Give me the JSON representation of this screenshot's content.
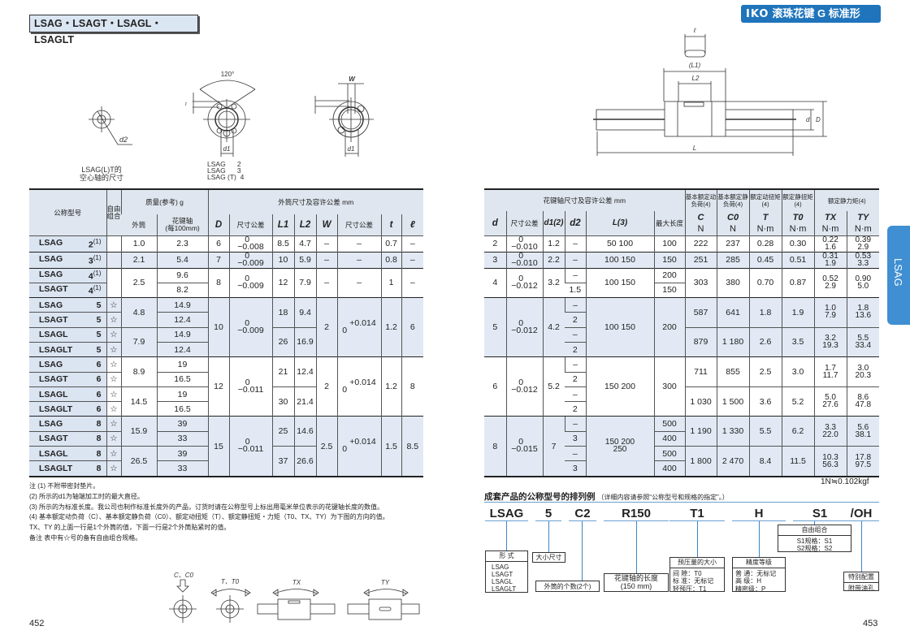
{
  "header": {
    "series_title": "LSAG・LSAGT・LSAGL・LSAGLT",
    "logo": "IKO",
    "logo_title": "滚珠花键 G 标准形",
    "side_tab": "LSAG"
  },
  "diagrams": {
    "hollow_caption_1": "LSAG(L)T的",
    "hollow_caption_2": "空心轴的尺寸",
    "d2": "d2",
    "angle": "120°",
    "d1": "d1",
    "W": "W",
    "t": "t",
    "models_1": "LSAG      2",
    "models_2": "LSAG      3",
    "models_3": "LSAG (T)  4",
    "l": "ℓ",
    "L1": "(L1)",
    "L2": "L2",
    "L": "L",
    "d": "d",
    "D": "D",
    "dir_c": "C、C0",
    "dir_t": "T、T0",
    "dir_tx": "TX",
    "dir_ty": "TY"
  },
  "left_table": {
    "h_model": "公称型号",
    "h_free": "自由组合",
    "h_mass": "质量(参考)  g",
    "h_outer": "外筒尺寸及容许公差   mm",
    "h_mass_outer": "外筒",
    "h_mass_shaft": "花键轴",
    "h_mass_shaft_unit": "(每100mm)",
    "h_D": "D",
    "h_tol": "尺寸公差",
    "h_L1": "L1",
    "h_L2": "L2",
    "h_W": "W",
    "h_tol2": "尺寸公差",
    "h_t": "t",
    "h_l": "ℓ",
    "rows": [
      {
        "g": 1,
        "s": 0,
        "model": "LSAG",
        "size": "2",
        "note": "(1)",
        "cells": [
          "",
          "1.0",
          "2.3",
          "6",
          {
            "tol": [
              "0",
              "−0.008"
            ]
          },
          "8.5",
          "4.7",
          "–",
          "–",
          "0.7",
          "–"
        ]
      },
      {
        "g": 1,
        "s": 1,
        "model": "LSAG",
        "size": "3",
        "note": "(1)",
        "cells": [
          "",
          "2.1",
          "5.4",
          "7",
          {
            "tol": [
              "0",
              "−0.009"
            ]
          },
          "10",
          "5.9",
          "–",
          "–",
          "0.8",
          "–"
        ]
      },
      {
        "g": 1,
        "s": 0,
        "model": "LSAG",
        "size": "4",
        "note": "(1)",
        "cells": [
          {
            "v": "",
            "rs": 2
          },
          {
            "v": "2.5",
            "rs": 2
          },
          "9.6",
          {
            "v": "8",
            "rs": 2
          },
          {
            "tol": [
              "0",
              "−0.009"
            ],
            "rs": 2
          },
          {
            "v": "12",
            "rs": 2
          },
          {
            "v": "7.9",
            "rs": 2
          },
          {
            "v": "–",
            "rs": 2
          },
          {
            "v": "–",
            "rs": 2
          },
          {
            "v": "1",
            "rs": 2
          },
          {
            "v": "–",
            "rs": 2
          }
        ]
      },
      {
        "g": 0,
        "s": 0,
        "model": "LSAGT",
        "size": "4",
        "note": "(1)",
        "cells": [
          "8.2"
        ]
      },
      {
        "g": 1,
        "s": 1,
        "model": "LSAG",
        "size": "5",
        "note": "",
        "cells": [
          "☆",
          {
            "v": "4.8",
            "rs": 2
          },
          "14.9",
          {
            "v": "10",
            "rs": 4
          },
          {
            "tol": [
              "0",
              "−0.009"
            ],
            "rs": 4
          },
          {
            "v": "18",
            "rs": 2
          },
          {
            "v": "9.4",
            "rs": 2
          },
          {
            "v": "2",
            "rs": 4
          },
          {
            "tol": [
              "+0.014",
              "0"
            ],
            "rs": 4
          },
          {
            "v": "1.2",
            "rs": 4
          },
          {
            "v": "6",
            "rs": 4
          }
        ]
      },
      {
        "g": 0,
        "s": 1,
        "model": "LSAGT",
        "size": "5",
        "note": "",
        "cells": [
          "☆",
          "12.4"
        ]
      },
      {
        "g": 0,
        "s": 1,
        "model": "LSAGL",
        "size": "5",
        "note": "",
        "cells": [
          "☆",
          {
            "v": "7.9",
            "rs": 2
          },
          "14.9",
          {
            "v": "26",
            "rs": 2
          },
          {
            "v": "16.9",
            "rs": 2
          }
        ]
      },
      {
        "g": 0,
        "s": 1,
        "model": "LSAGLT",
        "size": "5",
        "note": "",
        "cells": [
          "☆",
          "12.4"
        ]
      },
      {
        "g": 1,
        "s": 0,
        "model": "LSAG",
        "size": "6",
        "note": "",
        "cells": [
          "☆",
          {
            "v": "8.9",
            "rs": 2
          },
          "19",
          {
            "v": "12",
            "rs": 4
          },
          {
            "tol": [
              "0",
              "−0.011"
            ],
            "rs": 4
          },
          {
            "v": "21",
            "rs": 2
          },
          {
            "v": "12.4",
            "rs": 2
          },
          {
            "v": "2",
            "rs": 4
          },
          {
            "tol": [
              "+0.014",
              "0"
            ],
            "rs": 4
          },
          {
            "v": "1.2",
            "rs": 4
          },
          {
            "v": "8",
            "rs": 4
          }
        ]
      },
      {
        "g": 0,
        "s": 0,
        "model": "LSAGT",
        "size": "6",
        "note": "",
        "cells": [
          "☆",
          "16.5"
        ]
      },
      {
        "g": 0,
        "s": 0,
        "model": "LSAGL",
        "size": "6",
        "note": "",
        "cells": [
          "☆",
          {
            "v": "14.5",
            "rs": 2
          },
          "19",
          {
            "v": "30",
            "rs": 2
          },
          {
            "v": "21.4",
            "rs": 2
          }
        ]
      },
      {
        "g": 0,
        "s": 0,
        "model": "LSAGLT",
        "size": "6",
        "note": "",
        "cells": [
          "☆",
          "16.5"
        ]
      },
      {
        "g": 1,
        "s": 1,
        "model": "LSAG",
        "size": "8",
        "note": "",
        "cells": [
          "☆",
          {
            "v": "15.9",
            "rs": 2
          },
          "39",
          {
            "v": "15",
            "rs": 4
          },
          {
            "tol": [
              "0",
              "−0.011"
            ],
            "rs": 4
          },
          {
            "v": "25",
            "rs": 2
          },
          {
            "v": "14.6",
            "rs": 2
          },
          {
            "v": "2.5",
            "rs": 4
          },
          {
            "tol": [
              "+0.014",
              "0"
            ],
            "rs": 4
          },
          {
            "v": "1.5",
            "rs": 4
          },
          {
            "v": "8.5",
            "rs": 4
          }
        ]
      },
      {
        "g": 0,
        "s": 1,
        "model": "LSAGT",
        "size": "8",
        "note": "",
        "cells": [
          "☆",
          "33"
        ]
      },
      {
        "g": 0,
        "s": 1,
        "model": "LSAGL",
        "size": "8",
        "note": "",
        "cells": [
          "☆",
          {
            "v": "26.5",
            "rs": 2
          },
          "39",
          {
            "v": "37",
            "rs": 2
          },
          {
            "v": "26.6",
            "rs": 2
          }
        ]
      },
      {
        "g": 0,
        "s": 1,
        "model": "LSAGLT",
        "size": "8",
        "note": "",
        "cells": [
          "☆",
          "33"
        ]
      }
    ]
  },
  "right_table": {
    "h_shaft": "花键轴尺寸及容许公差   mm",
    "h_C": "基本额定动负荷(4)",
    "h_C0": "基本额定静负荷(4)",
    "h_T": "额定动扭矩(4)",
    "h_T0": "额定静扭矩(4)",
    "h_M": "额定静力矩(4)",
    "h_d": "d",
    "h_tol": "尺寸公差",
    "h_d1": "d1(2)",
    "h_d2": "d2",
    "h_L": "L(3)",
    "h_max": "最大长度",
    "s_C": "C",
    "s_C0": "C0",
    "s_T": "T",
    "s_T0": "T0",
    "s_Tx": "TX",
    "s_Ty": "TY",
    "u_N": "N",
    "u_Nm": "N·m",
    "rows": [
      {
        "g": 1,
        "s": 0,
        "cells": [
          "2",
          {
            "tol": [
              "0",
              "−0.010"
            ]
          },
          "1.2",
          "–",
          "50  100",
          "100",
          "222",
          "237",
          "0.28",
          "0.30",
          {
            "pair": [
              "0.22",
              "1.6"
            ]
          },
          {
            "pair": [
              "0.39",
              "2.9"
            ]
          }
        ]
      },
      {
        "g": 1,
        "s": 1,
        "cells": [
          "3",
          {
            "tol": [
              "0",
              "−0.010"
            ]
          },
          "2.2",
          "–",
          "100  150",
          "150",
          "251",
          "285",
          "0.45",
          "0.51",
          {
            "pair": [
              "0.31",
              "1.9"
            ]
          },
          {
            "pair": [
              "0.53",
              "3.3"
            ]
          }
        ]
      },
      {
        "g": 1,
        "s": 0,
        "cells": [
          {
            "v": "4",
            "rs": 2
          },
          {
            "tol": [
              "0",
              "−0.012"
            ],
            "rs": 2
          },
          {
            "v": "3.2",
            "rs": 2
          },
          "–",
          {
            "v": "100  150",
            "rs": 2
          },
          "200",
          {
            "v": "303",
            "rs": 2
          },
          {
            "v": "380",
            "rs": 2
          },
          {
            "v": "0.70",
            "rs": 2
          },
          {
            "v": "0.87",
            "rs": 2
          },
          {
            "pair": [
              "0.52",
              "2.9"
            ],
            "rs": 2
          },
          {
            "pair": [
              "0.90",
              "5.0"
            ],
            "rs": 2
          }
        ]
      },
      {
        "g": 0,
        "s": 0,
        "cells": [
          "1.5",
          "150"
        ]
      },
      {
        "g": 1,
        "s": 1,
        "cells": [
          {
            "v": "5",
            "rs": 4
          },
          {
            "tol": [
              "0",
              "−0.012"
            ],
            "rs": 4
          },
          {
            "v": "4.2",
            "rs": 4
          },
          "–",
          {
            "v": "100  150",
            "rs": 4
          },
          {
            "v": "200",
            "rs": 4
          },
          {
            "v": "587",
            "rs": 2
          },
          {
            "v": "641",
            "rs": 2
          },
          {
            "v": "1.8",
            "rs": 2
          },
          {
            "v": "1.9",
            "rs": 2
          },
          {
            "pair": [
              "1.0",
              "7.9"
            ],
            "rs": 2
          },
          {
            "pair": [
              "1.8",
              "13.6"
            ],
            "rs": 2
          }
        ]
      },
      {
        "g": 0,
        "s": 1,
        "cells": [
          "2"
        ]
      },
      {
        "g": 0,
        "s": 1,
        "cells": [
          "–",
          {
            "v": "879",
            "rs": 2
          },
          {
            "v": "1 180",
            "rs": 2
          },
          {
            "v": "2.6",
            "rs": 2
          },
          {
            "v": "3.5",
            "rs": 2
          },
          {
            "pair": [
              "3.2",
              "19.3"
            ],
            "rs": 2
          },
          {
            "pair": [
              "5.5",
              "33.4"
            ],
            "rs": 2
          }
        ]
      },
      {
        "g": 0,
        "s": 1,
        "cells": [
          "2"
        ]
      },
      {
        "g": 1,
        "s": 0,
        "cells": [
          {
            "v": "6",
            "rs": 4
          },
          {
            "tol": [
              "0",
              "−0.012"
            ],
            "rs": 4
          },
          {
            "v": "5.2",
            "rs": 4
          },
          "–",
          {
            "v": "150  200",
            "rs": 4
          },
          {
            "v": "300",
            "rs": 4
          },
          {
            "v": "711",
            "rs": 2
          },
          {
            "v": "855",
            "rs": 2
          },
          {
            "v": "2.5",
            "rs": 2
          },
          {
            "v": "3.0",
            "rs": 2
          },
          {
            "pair": [
              "1.7",
              "11.7"
            ],
            "rs": 2
          },
          {
            "pair": [
              "3.0",
              "20.3"
            ],
            "rs": 2
          }
        ]
      },
      {
        "g": 0,
        "s": 0,
        "cells": [
          "2"
        ]
      },
      {
        "g": 0,
        "s": 0,
        "cells": [
          "–",
          {
            "v": "1 030",
            "rs": 2
          },
          {
            "v": "1 500",
            "rs": 2
          },
          {
            "v": "3.6",
            "rs": 2
          },
          {
            "v": "5.2",
            "rs": 2
          },
          {
            "pair": [
              "5.0",
              "27.6"
            ],
            "rs": 2
          },
          {
            "pair": [
              "8.6",
              "47.8"
            ],
            "rs": 2
          }
        ]
      },
      {
        "g": 0,
        "s": 0,
        "cells": [
          "2"
        ]
      },
      {
        "g": 1,
        "s": 1,
        "cells": [
          {
            "v": "8",
            "rs": 4
          },
          {
            "tol": [
              "0",
              "−0.015"
            ],
            "rs": 4
          },
          {
            "v": "7",
            "rs": 4
          },
          "–",
          {
            "pair": [
              "150  200",
              "250"
            ],
            "rs": 4
          },
          "500",
          {
            "v": "1 190",
            "rs": 2
          },
          {
            "v": "1 330",
            "rs": 2
          },
          {
            "v": "5.5",
            "rs": 2
          },
          {
            "v": "6.2",
            "rs": 2
          },
          {
            "pair": [
              "3.3",
              "22.0"
            ],
            "rs": 2
          },
          {
            "pair": [
              "5.6",
              "38.1"
            ],
            "rs": 2
          }
        ]
      },
      {
        "g": 0,
        "s": 1,
        "cells": [
          "3",
          "400"
        ]
      },
      {
        "g": 0,
        "s": 1,
        "cells": [
          "–",
          "500",
          {
            "v": "1 800",
            "rs": 2
          },
          {
            "v": "2 470",
            "rs": 2
          },
          {
            "v": "8.4",
            "rs": 2
          },
          {
            "v": "11.5",
            "rs": 2
          },
          {
            "pair": [
              "10.3",
              "56.3"
            ],
            "rs": 2
          },
          {
            "pair": [
              "17.8",
              "97.5"
            ],
            "rs": 2
          }
        ]
      },
      {
        "g": 0,
        "s": 1,
        "cells": [
          "3",
          "400"
        ]
      }
    ],
    "unit_note": "1N≒0.102kgf"
  },
  "notes": [
    "注 (1) 不附带密封垫片。",
    "    (2) 所示的d1为轴端加工时的最大直径。",
    "    (3) 所示的为标准长度。我公司也制作标准长度外的产品，订货时请在公称型号上标出用毫米单位表示的花键轴长度的数值。",
    "    (4) 基本额定动负荷（C）、基本额定静负荷（C0）、额定动扭矩（T）、额定静扭矩・力矩（T0、TX、TY）为下图的方向的值。",
    "          TX、TY 的上面一行是1个外筒的值，下面一行是2个外筒贴紧时的值。",
    "备注   表中有☆号的备有自由组合规格。"
  ],
  "ordering": {
    "title": "成套产品的公称型号的排列例",
    "subtitle": "（详细内容请参照“公称型号和规格的指定”。）",
    "codes": [
      "LSAG",
      "5",
      "C2",
      "R150",
      "T1",
      "H",
      "S1",
      "/OH"
    ],
    "type_h": "形  式",
    "type_items": [
      "LSAG",
      "LSAGT",
      "LSAGL",
      "LSAGLT"
    ],
    "size": "大小尺寸",
    "count": "外筒的个数(2个)",
    "length_1": "花键轴的长度",
    "length_2": "(150 mm)",
    "preload_h": "预压量的大小",
    "preload_items": [
      "间  隙：T0",
      "标  准：无标记",
      "轻预压：T1"
    ],
    "accuracy_h": "精度等级",
    "accuracy_items": [
      "普  通：无标记",
      "高  级：H",
      "精密级：P"
    ],
    "free_h": "自由组合",
    "free_items": [
      "S1规格：S1",
      "S2规格：S2"
    ],
    "special_h": "特别配置",
    "special_b": "附带油孔"
  },
  "pages": {
    "left": "452",
    "right": "453"
  }
}
